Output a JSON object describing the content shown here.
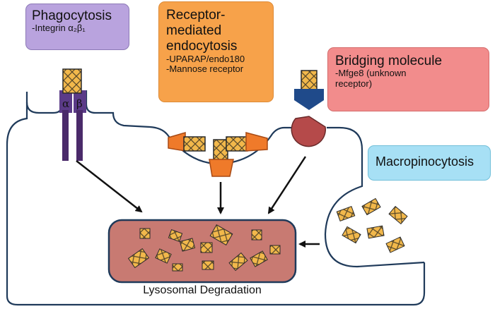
{
  "pathways": {
    "phagocytosis": {
      "title": "Phagocytosis",
      "items": [
        "-Integrin α₂β₁"
      ],
      "color": "#b9a3de"
    },
    "receptor_mediated": {
      "title_lines": [
        "Receptor-",
        "mediated",
        "endocytosis"
      ],
      "items": [
        "-UPARAP/endo180",
        "-Mannose receptor"
      ],
      "color": "#f7a24a"
    },
    "bridging": {
      "title": "Bridging molecule",
      "items": [
        "-Mfge8 (unknown",
        "receptor)"
      ],
      "color": "#f28c8c"
    },
    "macropinocytosis": {
      "title": "Macropinocytosis",
      "color": "#a7e0f5"
    }
  },
  "integrin_labels": {
    "alpha": "α",
    "beta": "β"
  },
  "lysosome": {
    "label": "Lysosomal Degradation",
    "color": "#c87a72"
  },
  "colors": {
    "membrane": "#1f3a5a",
    "collagen_fill": "#f2b84b",
    "integrin": "#4a2a6a",
    "receptor": "#ef7a2a",
    "bridging_ligand": "#1f4a8a",
    "bridging_receptor": "#b54a4a"
  },
  "icons": [
    "collagen-fragment-icon",
    "integrin-receptor-icon",
    "arrow-icon"
  ]
}
